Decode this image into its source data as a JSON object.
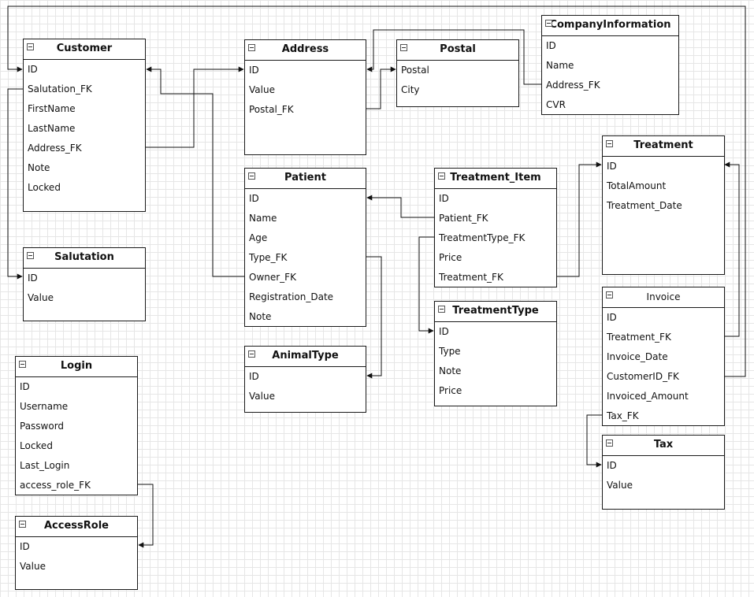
{
  "tables": {
    "customer": {
      "title": "Customer",
      "fields": [
        "ID",
        "Salutation_FK",
        "FirstName",
        "LastName",
        "Address_FK",
        "Note",
        "Locked"
      ]
    },
    "address": {
      "title": "Address",
      "fields": [
        "ID",
        "Value",
        "Postal_FK"
      ]
    },
    "postal": {
      "title": "Postal",
      "fields": [
        "Postal",
        "City"
      ]
    },
    "company": {
      "title": "CompanyInformation",
      "fields": [
        "ID",
        "Name",
        "Address_FK",
        "CVR"
      ]
    },
    "treatment": {
      "title": "Treatment",
      "fields": [
        "ID",
        "TotalAmount",
        "Treatment_Date"
      ]
    },
    "patient": {
      "title": "Patient",
      "fields": [
        "ID",
        "Name",
        "Age",
        "Type_FK",
        "Owner_FK",
        "Registration_Date",
        "Note"
      ]
    },
    "treatment_item": {
      "title": "Treatment_Item",
      "fields": [
        "ID",
        "Patient_FK",
        "TreatmentType_FK",
        "Price",
        "Treatment_FK"
      ]
    },
    "salutation": {
      "title": "Salutation",
      "fields": [
        "ID",
        "Value"
      ]
    },
    "treatment_type": {
      "title": "TreatmentType",
      "fields": [
        "ID",
        "Type",
        "Note",
        "Price"
      ]
    },
    "invoice": {
      "title": "Invoice",
      "fields": [
        "ID",
        "Treatment_FK",
        "Invoice_Date",
        "CustomerID_FK",
        "Invoiced_Amount",
        "Tax_FK"
      ]
    },
    "animal_type": {
      "title": "AnimalType",
      "fields": [
        "ID",
        "Value"
      ]
    },
    "login": {
      "title": "Login",
      "fields": [
        "ID",
        "Username",
        "Password",
        "Locked",
        "Last_Login",
        "access_role_FK"
      ]
    },
    "tax": {
      "title": "Tax",
      "fields": [
        "ID",
        "Value"
      ]
    },
    "access_role": {
      "title": "AccessRole",
      "fields": [
        "ID",
        "Value"
      ]
    }
  }
}
